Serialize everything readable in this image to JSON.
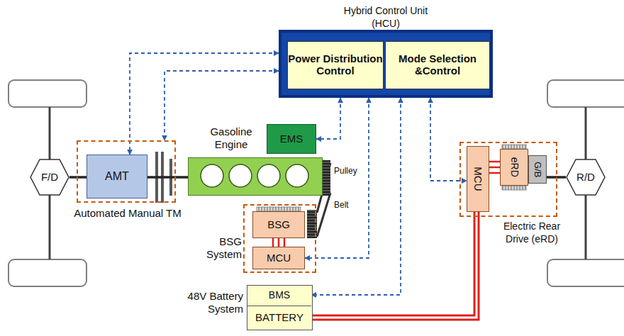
{
  "diagram": {
    "nodes": [
      {
        "text": [
          "Hybrid Control Unit (HCU)"
        ]
      },
      {
        "text": [
          "Power Distribution Control"
        ],
        "in": 0
      },
      {
        "text": [
          "Mode Selection &Control"
        ],
        "in": 0
      },
      {
        "text": [
          "F/D"
        ]
      },
      {
        "text": [
          "Automated Manual TM"
        ]
      },
      {
        "text": [
          "AMT"
        ],
        "in": 4
      },
      {
        "text": [
          "Gasoline Engine"
        ]
      },
      {
        "text": [
          "EMS"
        ]
      },
      {
        "text": [
          "BSG System"
        ]
      },
      {
        "text": [
          "BSG"
        ],
        "in": 8
      },
      {
        "text": [
          "MCU"
        ],
        "in": 8
      },
      {
        "text": [
          "48V Battery System"
        ]
      },
      {
        "text": [
          "BMS"
        ],
        "in": 11
      },
      {
        "text": [
          "BATTERY"
        ],
        "in": 11
      },
      {
        "text": [
          "Electric Rear Drive (eRD)"
        ]
      },
      {
        "text": [
          "MCU"
        ],
        "in": 14
      },
      {
        "text": [
          "eRD"
        ],
        "in": 14
      },
      {
        "text": [
          "G/B"
        ],
        "in": 14
      },
      {
        "text": [
          "R/D"
        ]
      }
    ],
    "edges": [
      {
        "from": 0,
        "to": 5,
        "arrow": "both"
      },
      {
        "from": 0,
        "to": 4,
        "arrow": "both"
      },
      {
        "from": 0,
        "to": 7,
        "arrow": "both"
      },
      {
        "from": 0,
        "to": 10,
        "arrow": "both"
      },
      {
        "from": 0,
        "to": 12,
        "arrow": "both"
      },
      {
        "from": 0,
        "to": 15,
        "arrow": "both"
      },
      {
        "from": 3,
        "to": 5,
        "arrow": "none"
      },
      {
        "from": 5,
        "to": 6,
        "arrow": "none"
      },
      {
        "from": 9,
        "to": 10,
        "arrow": "none"
      },
      {
        "from": 13,
        "to": 15,
        "arrow": "none"
      },
      {
        "from": 15,
        "to": 16,
        "arrow": "none"
      },
      {
        "from": 17,
        "to": 18,
        "arrow": "none"
      }
    ],
    "labels": [
      "Pulley",
      "Belt"
    ]
  }
}
